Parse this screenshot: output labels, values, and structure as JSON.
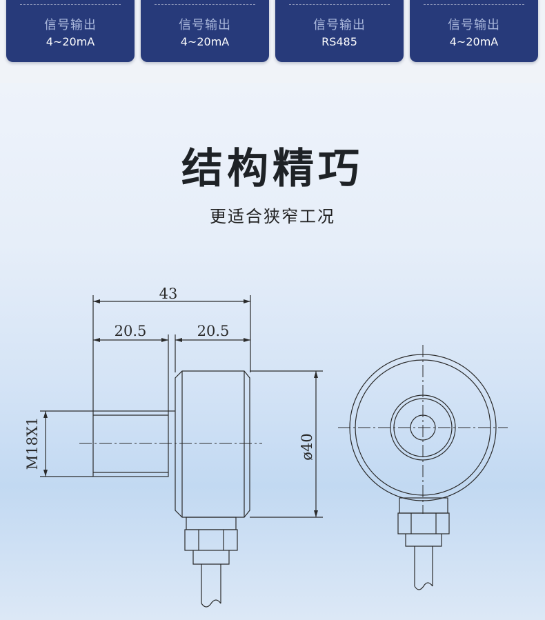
{
  "cards": [
    {
      "label": "信号输出",
      "value": "4~20mA"
    },
    {
      "label": "信号输出",
      "value": "4~20mA"
    },
    {
      "label": "信号输出",
      "value": "RS485"
    },
    {
      "label": "信号输出",
      "value": "4~20mA"
    }
  ],
  "section": {
    "title": "结构精巧",
    "subtitle": "更适合狭窄工况"
  },
  "dimensions": {
    "overall_length": "43",
    "thread_length": "20.5",
    "body_length": "20.5",
    "thread_spec": "M18X1",
    "body_diameter": "ø40"
  },
  "colors": {
    "card_bg": "#273a7a",
    "line": "#2a2a2a"
  }
}
